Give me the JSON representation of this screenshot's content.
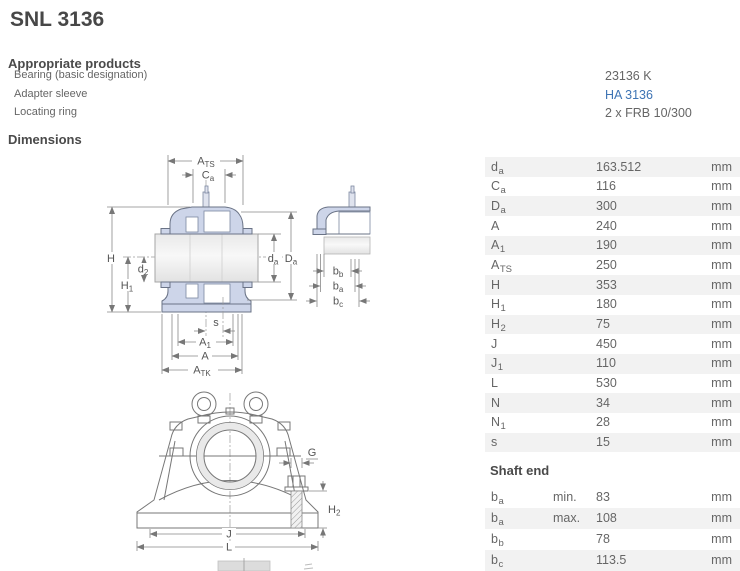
{
  "page": {
    "title": "SNL 3136"
  },
  "colors": {
    "link": "#3e74b4",
    "row_alt": "#f2f2f2",
    "housing_fill": "#cdd5e9"
  },
  "appropriate_products": {
    "heading": "Appropriate products",
    "rows": [
      {
        "label": "Bearing (basic designation)",
        "value": "23136 K"
      },
      {
        "label": "Adapter sleeve",
        "value": "HA 3136"
      },
      {
        "label": "Locating ring",
        "value": "2 x FRB 10/300"
      }
    ]
  },
  "dimensions": {
    "heading": "Dimensions",
    "unit": "mm",
    "rows": [
      {
        "sym": "d",
        "sub": "a",
        "value": "163.512"
      },
      {
        "sym": "C",
        "sub": "a",
        "value": "116"
      },
      {
        "sym": "D",
        "sub": "a",
        "value": "300"
      },
      {
        "sym": "A",
        "sub": "",
        "value": "240"
      },
      {
        "sym": "A",
        "sub": "1",
        "value": "190"
      },
      {
        "sym": "A",
        "sub": "TS",
        "value": "250"
      },
      {
        "sym": "H",
        "sub": "",
        "value": "353"
      },
      {
        "sym": "H",
        "sub": "1",
        "value": "180"
      },
      {
        "sym": "H",
        "sub": "2",
        "value": "75"
      },
      {
        "sym": "J",
        "sub": "",
        "value": "450"
      },
      {
        "sym": "J",
        "sub": "1",
        "value": "110"
      },
      {
        "sym": "L",
        "sub": "",
        "value": "530"
      },
      {
        "sym": "N",
        "sub": "",
        "value": "34"
      },
      {
        "sym": "N",
        "sub": "1",
        "value": "28"
      },
      {
        "sym": "s",
        "sub": "",
        "value": "15"
      }
    ]
  },
  "shaft_end": {
    "heading": "Shaft end",
    "unit": "mm",
    "rows": [
      {
        "sym": "b",
        "sub": "a",
        "qual": "min.",
        "value": "83"
      },
      {
        "sym": "b",
        "sub": "a",
        "qual": "max.",
        "value": "108"
      },
      {
        "sym": "b",
        "sub": "b",
        "qual": "",
        "value": "78"
      },
      {
        "sym": "b",
        "sub": "c",
        "qual": "",
        "value": "113.5"
      }
    ]
  },
  "drawing": {
    "section": {
      "ats": {
        "base": "A",
        "sub": "TS"
      },
      "ca": {
        "base": "C",
        "sub": "a"
      },
      "h": {
        "base": "H",
        "sub": ""
      },
      "d2": {
        "base": "d",
        "sub": "2"
      },
      "h1": {
        "base": "H",
        "sub": "1"
      },
      "da": {
        "base": "d",
        "sub": "a"
      },
      "Da": {
        "base": "D",
        "sub": "a"
      },
      "s": {
        "base": "s",
        "sub": ""
      },
      "a1": {
        "base": "A",
        "sub": "1"
      },
      "a": {
        "base": "A",
        "sub": ""
      },
      "atk": {
        "base": "A",
        "sub": "TK"
      }
    },
    "shaft": {
      "bb": {
        "base": "b",
        "sub": "b"
      },
      "ba": {
        "base": "b",
        "sub": "a"
      },
      "bc": {
        "base": "b",
        "sub": "c"
      }
    },
    "front": {
      "g": {
        "base": "G",
        "sub": ""
      },
      "h2": {
        "base": "H",
        "sub": "2"
      },
      "j": {
        "base": "J",
        "sub": ""
      },
      "l": {
        "base": "L",
        "sub": ""
      }
    }
  }
}
